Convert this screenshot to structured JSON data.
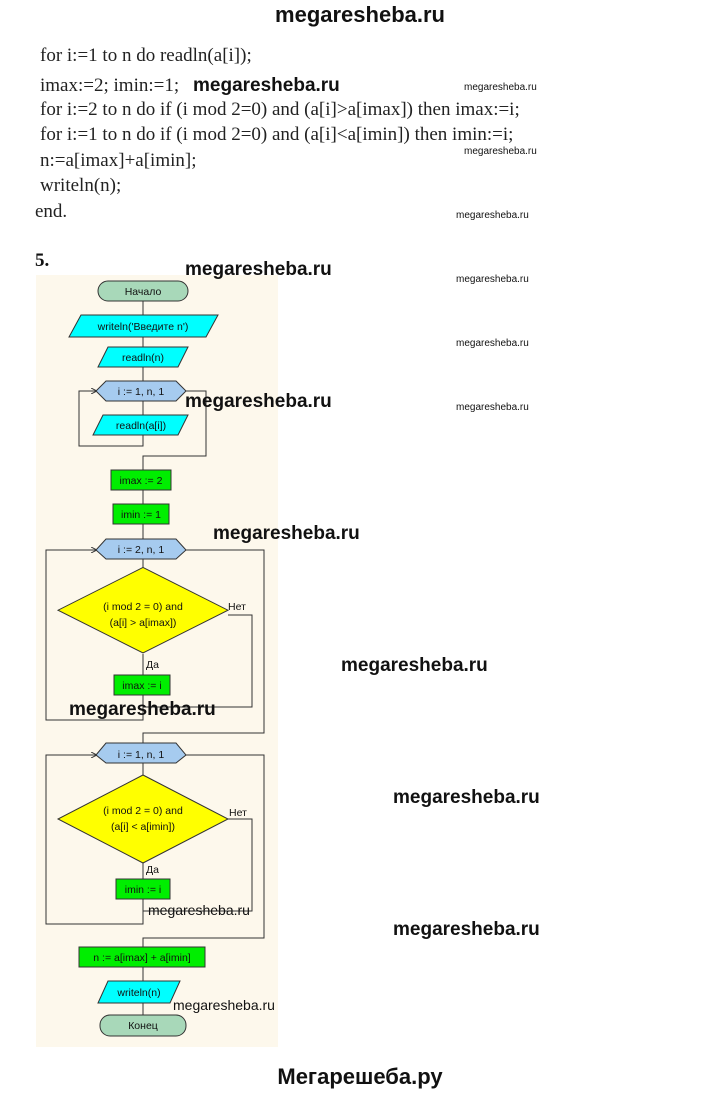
{
  "header": {
    "site": "megaresheba.ru"
  },
  "code": {
    "lines": [
      "for i:=1 to n do readln(a[i]);",
      "imax:=2; imin:=1;",
      "for i:=2 to n do if (i mod 2=0) and (a[i]>a[imax]) then imax:=i;",
      "for i:=1 to n do if (i mod 2=0) and (a[i]<a[imin]) then imin:=i;",
      "n:=a[imax]+a[imin];",
      "writeln(n);",
      "end."
    ]
  },
  "task_number": "5.",
  "flowchart": {
    "start": "Начало",
    "prompt": "writeln('Введите n')",
    "read_n": "readln(n)",
    "loop1": "i := 1, n, 1",
    "read_ai": "readln(a[i])",
    "imax_init": "imax := 2",
    "imin_init": "imin := 1",
    "loop2": "i := 2, n, 1",
    "cond1_line1": "(i mod 2 = 0) and",
    "cond1_line2": "(a[i] > a[imax])",
    "no1": "Нет",
    "yes1": "Да",
    "imax_set": "imax := i",
    "loop3": "i := 1, n, 1",
    "cond2_line1": "(i mod 2 = 0) and",
    "cond2_line2": "(a[i] < a[imin])",
    "no2": "Нет",
    "yes2": "Да",
    "imin_set": "imin := i",
    "sum": "n := a[imax] + a[imin]",
    "output": "writeln(n)",
    "end": "Конец"
  },
  "watermarks": {
    "big": "megaresheba.ru",
    "small": "megaresheba.ru"
  },
  "colors": {
    "terminal": "#a8d8b9",
    "io": "#00ffff",
    "process": "#00ee00",
    "decision": "#ffff00",
    "loop": "#a6cbef",
    "panel": "#fdf8ec"
  },
  "footer": {
    "site": "Мегарешеба.ру"
  }
}
